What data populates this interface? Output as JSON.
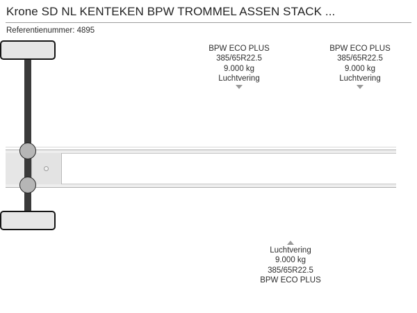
{
  "header": {
    "title": "Krone SD NL KENTEKEN BPW TROMMEL ASSEN STACK ...",
    "reference": "Referentienummer: 4895"
  },
  "diagram": {
    "vehicle_type": "semi-trailer-side-view",
    "axle_count": 3,
    "labels": [
      {
        "position": "top-left",
        "arrow": "down",
        "lines": [
          "BPW ECO PLUS",
          "385/65R22.5",
          "9.000 kg",
          "Luchtvering"
        ]
      },
      {
        "position": "top-right",
        "arrow": "down",
        "lines": [
          "BPW ECO PLUS",
          "385/65R22.5",
          "9.000 kg",
          "Luchtvering"
        ]
      },
      {
        "position": "bottom-center",
        "arrow": "up",
        "lines": [
          "Luchtvering",
          "9.000 kg",
          "385/65R22.5",
          "BPW ECO PLUS"
        ]
      }
    ],
    "parts": {
      "kingpin": "kingpin-plate",
      "chassis": "chassis-frame",
      "rear_bumper": "rear-underrun-bar"
    }
  },
  "colors": {
    "tire_outline": "#141414",
    "tire_fill": "#e6e6e6",
    "axle_shaft": "#3a3a3a",
    "hub_fill": "#b6b6b6",
    "chassis_rail": "#eeeeee",
    "arrow": "#9a9a9a",
    "text": "#2b2b2b"
  }
}
